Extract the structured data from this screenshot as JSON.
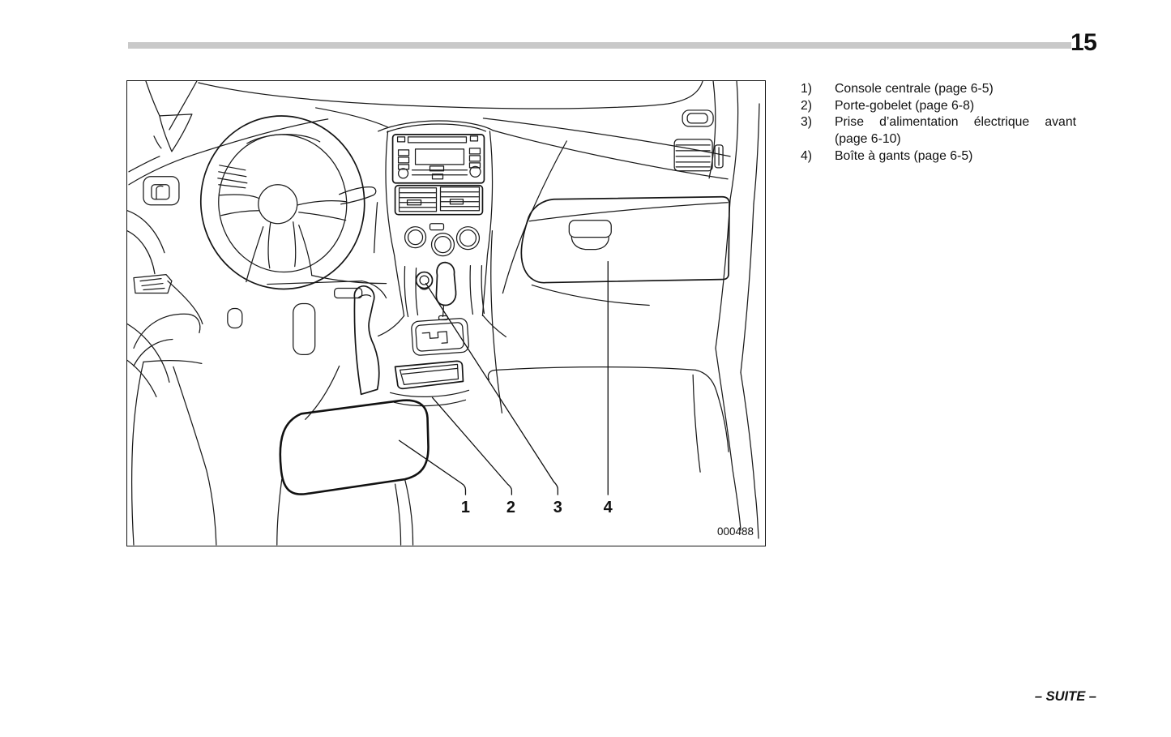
{
  "page": {
    "number": "15",
    "continuation_label": "– SUITE –"
  },
  "legend": {
    "items": [
      {
        "num": "1)",
        "label": "Console centrale (page 6-5)"
      },
      {
        "num": "2)",
        "label": "Porte-gobelet (page 6-8)"
      },
      {
        "num": "3)",
        "label": "Prise d’alimentation électrique avant (page 6-10)"
      },
      {
        "num": "4)",
        "label": "Boîte à gants (page 6-5)"
      }
    ]
  },
  "figure": {
    "image_code": "000488",
    "callouts": [
      {
        "label": "1"
      },
      {
        "label": "2"
      },
      {
        "label": "3"
      },
      {
        "label": "4"
      }
    ]
  },
  "colors": {
    "ink": "#1a1a1a",
    "header_rule": "#c9c9c9",
    "background": "#ffffff"
  }
}
